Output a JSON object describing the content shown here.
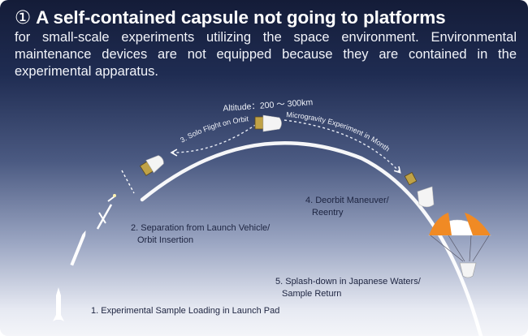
{
  "header": {
    "number": "①",
    "title": "A self-contained capsule not going to platforms",
    "description": "for small-scale experiments utilizing the space environment. Environmental maintenance devices are not equipped because they are contained in the experimental apparatus."
  },
  "diagram": {
    "altitude": "Altitude：200 ～ 300km",
    "orbit_label": "3. Solo Flight on Orbit",
    "microgravity_label": "Microgravity Experiment in Months",
    "steps": [
      {
        "line1": "1. Experimental Sample Loading in Launch Pad"
      },
      {
        "line1": "2. Separation from Launch Vehicle/",
        "line2": "Orbit Insertion"
      },
      {
        "line1": "4. Deorbit Maneuver/",
        "line2": "Reentry"
      },
      {
        "line1": "5. Splash-down in Japanese Waters/",
        "line2": "Sample Return"
      }
    ]
  },
  "colors": {
    "arc": "#ffffff",
    "parachute_orange": "#f08a24",
    "parachute_white": "#ffffff",
    "capsule_body": "#f4f4f4",
    "service_module": "#c0a246"
  }
}
